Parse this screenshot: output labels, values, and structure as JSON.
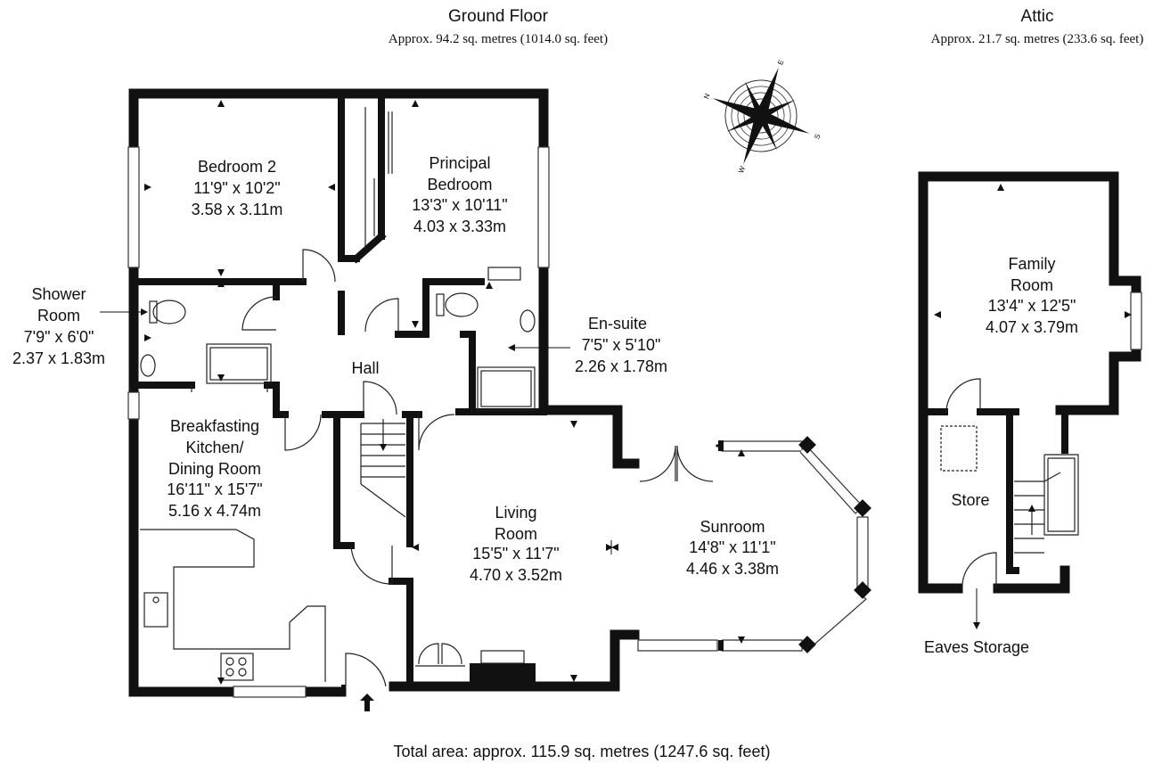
{
  "ground_floor": {
    "title": "Ground Floor",
    "area": "Approx. 94.2 sq. metres (1014.0 sq. feet)"
  },
  "attic": {
    "title": "Attic",
    "area": "Approx. 21.7 sq. metres (233.6 sq. feet)"
  },
  "rooms": {
    "bedroom2": {
      "l1": "Bedroom 2",
      "l2": "11'9\" x 10'2\"",
      "l3": "3.58 x 3.11m"
    },
    "principal": {
      "l1": "Principal",
      "l2": "Bedroom",
      "l3": "13'3\" x 10'11\"",
      "l4": "4.03 x 3.33m"
    },
    "shower": {
      "l1": "Shower",
      "l2": "Room",
      "l3": "7'9\" x 6'0\"",
      "l4": "2.37 x 1.83m"
    },
    "ensuite": {
      "l1": "En-suite",
      "l2": "7'5\" x 5'10\"",
      "l3": "2.26 x 1.78m"
    },
    "hall": {
      "l1": "Hall"
    },
    "kitchen": {
      "l1": "Breakfasting",
      "l2": "Kitchen/",
      "l3": "Dining Room",
      "l4": "16'11\" x 15'7\"",
      "l5": "5.16 x 4.74m"
    },
    "living": {
      "l1": "Living",
      "l2": "Room",
      "l3": "15'5\" x 11'7\"",
      "l4": "4.70 x 3.52m"
    },
    "sunroom": {
      "l1": "Sunroom",
      "l2": "14'8\" x 11'1\"",
      "l3": "4.46 x 3.38m"
    },
    "family": {
      "l1": "Family",
      "l2": "Room",
      "l3": "13'4\" x 12'5\"",
      "l4": "4.07 x 3.79m"
    },
    "store": {
      "l1": "Store"
    },
    "eaves": {
      "l1": "Eaves Storage"
    }
  },
  "compass": {
    "n": "N",
    "e": "E",
    "s": "S",
    "w": "W"
  },
  "total": "Total area: approx. 115.9 sq. metres (1247.6 sq. feet)"
}
